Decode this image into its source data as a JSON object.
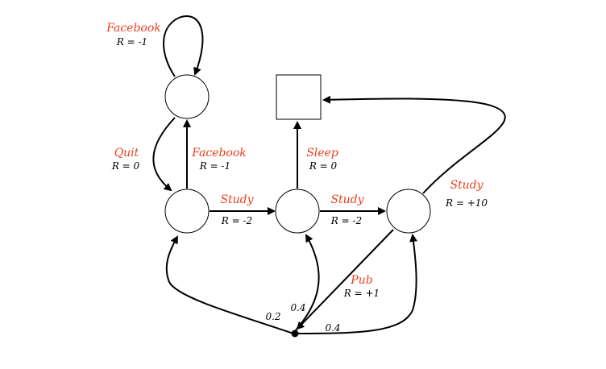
{
  "colors": {
    "action": "#e8401e",
    "reward": "#000000",
    "probability": "#000000",
    "stroke": "#000000"
  },
  "labels": {
    "facebook_loop": {
      "action": "Facebook",
      "reward": "R = -1"
    },
    "quit": {
      "action": "Quit",
      "reward": "R = 0"
    },
    "facebook_up": {
      "action": "Facebook",
      "reward": "R = -1"
    },
    "sleep": {
      "action": "Sleep",
      "reward": "R = 0"
    },
    "study_1": {
      "action": "Study",
      "reward": "R = -2"
    },
    "study_2": {
      "action": "Study",
      "reward": "R = -2"
    },
    "study_3": {
      "action": "Study",
      "reward": "R = +10"
    },
    "pub": {
      "action": "Pub",
      "reward": "R = +1"
    }
  },
  "probabilities": {
    "to_class1": "0.2",
    "to_class2": "0.4",
    "to_class3": "0.4"
  }
}
